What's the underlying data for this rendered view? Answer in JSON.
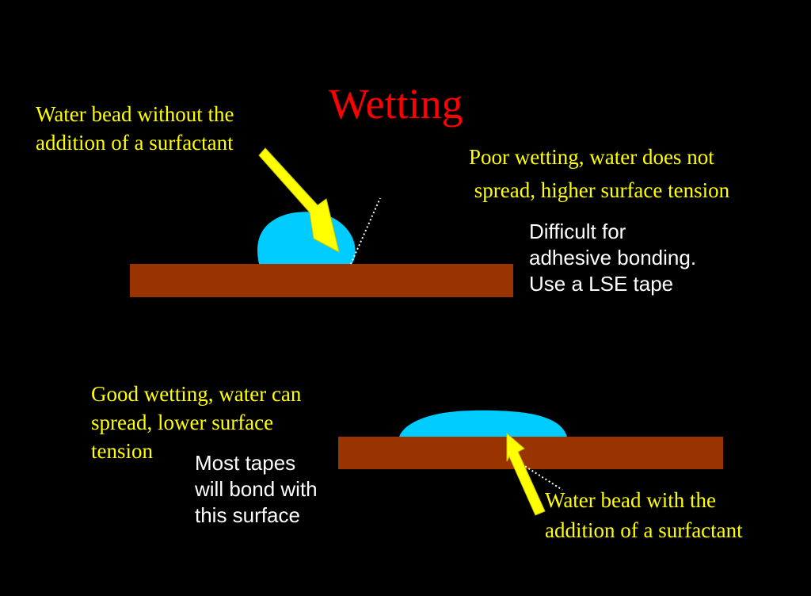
{
  "title": "Wetting",
  "top_panel": {
    "callout": "Water bead without the\naddition of a surfactant",
    "description": "Poor wetting, water does not\n spread, higher surface tension",
    "note": "Difficult for\nadhesive bonding.\nUse a LSE tape"
  },
  "bottom_panel": {
    "description": "Good wetting, water can\nspread, lower surface\ntension",
    "note": "Most tapes\nwill bond with\nthis surface",
    "callout": "Water bead with the\naddition of a surfactant"
  },
  "colors": {
    "background": "#000000",
    "title": "#ff0000",
    "label": "#ffff00",
    "note": "#ffffff",
    "surface": "#993300",
    "water": "#00ccff",
    "arrow": "#ffff00"
  }
}
